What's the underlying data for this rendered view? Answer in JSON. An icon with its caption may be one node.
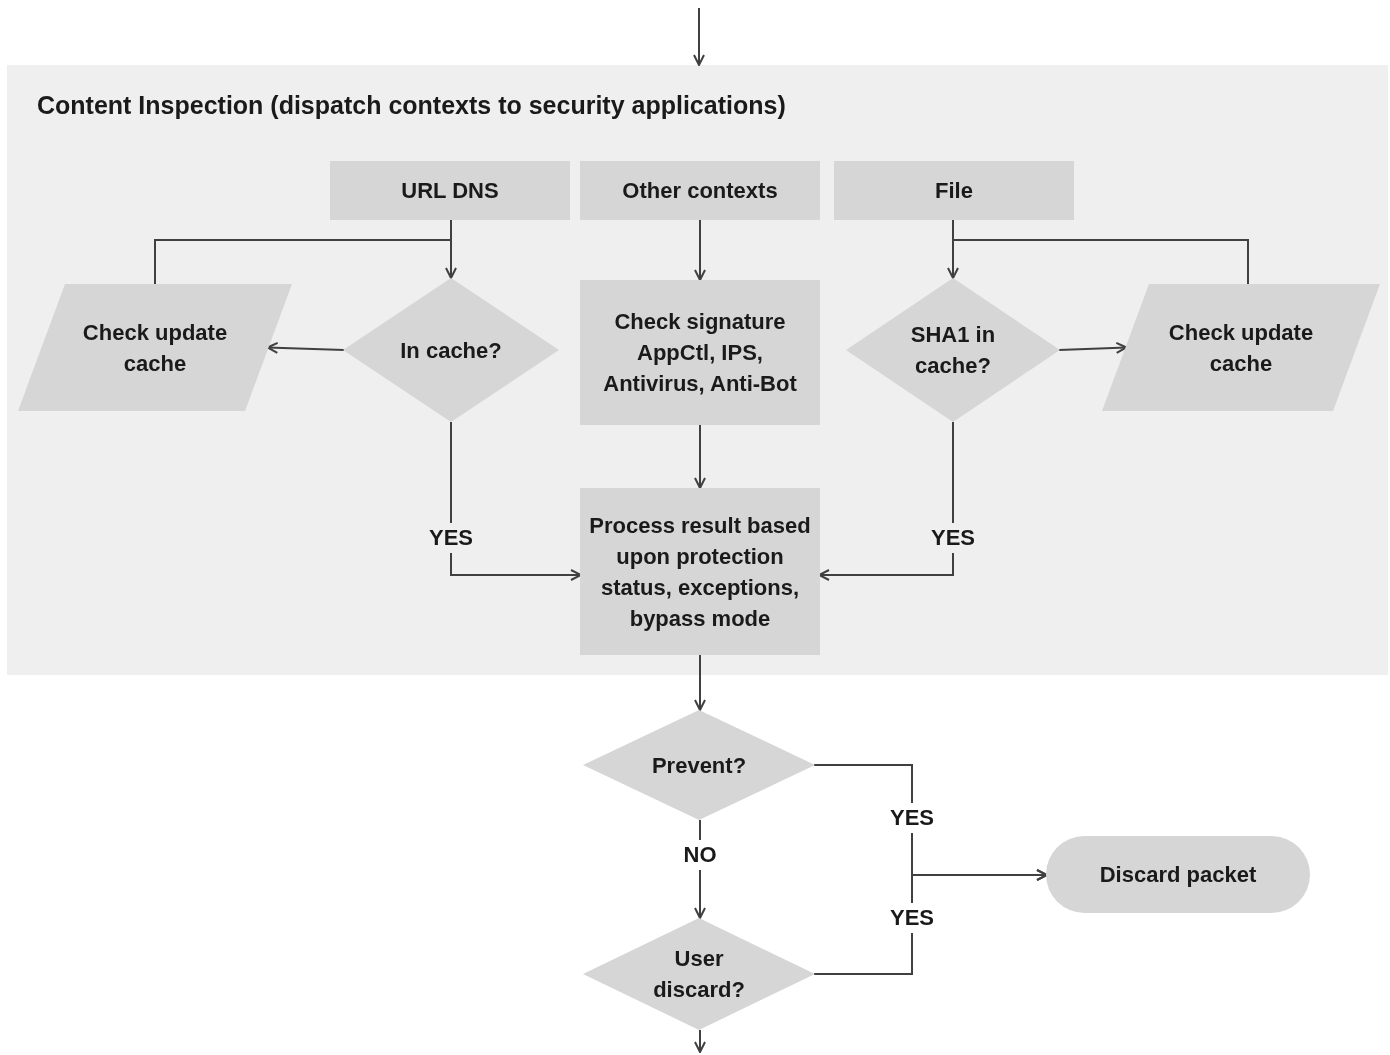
{
  "diagram": {
    "nodes": [
      {
        "text": [
          "Content Inspection (dispatch contexts to security applications)"
        ]
      },
      {
        "text": [
          "URL DNS"
        ],
        "in": 0
      },
      {
        "text": [
          "Other contexts"
        ],
        "in": 0
      },
      {
        "text": [
          "File"
        ],
        "in": 0
      },
      {
        "text": [
          "Check update cache"
        ],
        "in": 0
      },
      {
        "text": [
          "In cache?"
        ],
        "in": 0
      },
      {
        "text": [
          "Check signature AppCtl, IPS, Antivirus, Anti-Bot"
        ],
        "in": 0
      },
      {
        "text": [
          "SHA1 in cache?"
        ],
        "in": 0
      },
      {
        "text": [
          "Check update cache"
        ],
        "in": 0
      },
      {
        "text": [
          "Process result based upon protection status, exceptions, bypass mode"
        ],
        "in": 0
      },
      {
        "text": [
          "Prevent?"
        ]
      },
      {
        "text": [
          "User discard?"
        ]
      },
      {
        "text": [
          "Discard packet"
        ]
      }
    ],
    "edges": [
      {
        "from": null,
        "to": 0,
        "arrow": "to"
      },
      {
        "from": 1,
        "to": 4,
        "arrow": "none"
      },
      {
        "from": 1,
        "to": 5,
        "arrow": "to"
      },
      {
        "from": 5,
        "to": 4,
        "arrow": "to"
      },
      {
        "from": 2,
        "to": 6,
        "arrow": "to"
      },
      {
        "from": 3,
        "to": 7,
        "arrow": "to"
      },
      {
        "from": 3,
        "to": 8,
        "arrow": "none"
      },
      {
        "from": 7,
        "to": 8,
        "arrow": "to"
      },
      {
        "from": 6,
        "to": 9,
        "arrow": "to"
      },
      {
        "from": 5,
        "to": 9,
        "arrow": "to",
        "label": "YES"
      },
      {
        "from": 7,
        "to": 9,
        "arrow": "to",
        "label": "YES"
      },
      {
        "from": 9,
        "to": 10,
        "arrow": "to"
      },
      {
        "from": 10,
        "to": 11,
        "arrow": "to",
        "label": "NO"
      },
      {
        "from": 10,
        "to": 12,
        "arrow": "to",
        "label": "YES"
      },
      {
        "from": 11,
        "to": 12,
        "arrow": "to",
        "label": "YES"
      },
      {
        "from": 11,
        "to": null,
        "arrow": "to"
      }
    ]
  }
}
